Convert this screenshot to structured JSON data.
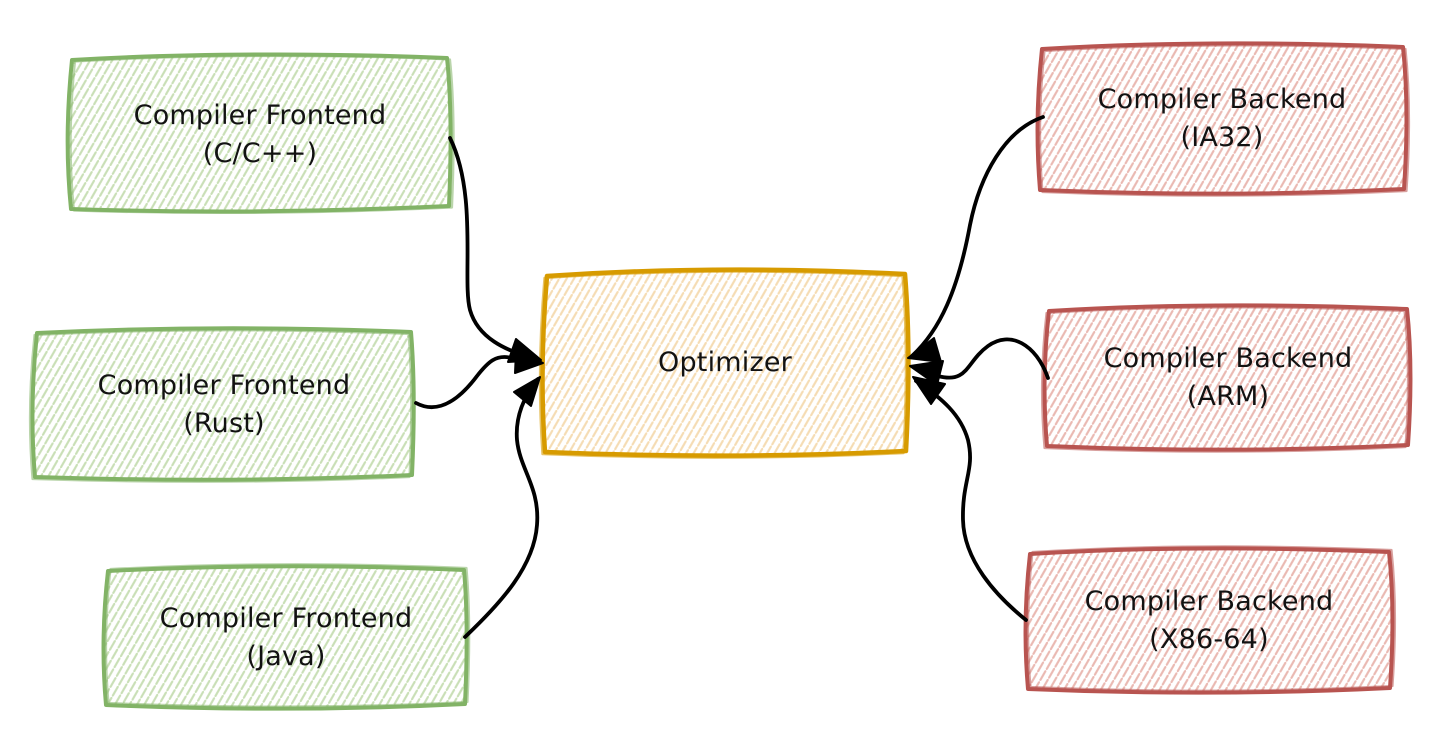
{
  "diagram": {
    "type": "flow-diagram",
    "nodes": {
      "frontend_c": {
        "line1": "Compiler Frontend",
        "line2": "(C/C++)"
      },
      "frontend_rust": {
        "line1": "Compiler Frontend",
        "line2": "(Rust)"
      },
      "frontend_java": {
        "line1": "Compiler Frontend",
        "line2": "(Java)"
      },
      "optimizer": {
        "line1": "Optimizer"
      },
      "backend_ia32": {
        "line1": "Compiler Backend",
        "line2": "(IA32)"
      },
      "backend_arm": {
        "line1": "Compiler Backend",
        "line2": "(ARM)"
      },
      "backend_x86": {
        "line1": "Compiler Backend",
        "line2": "(X86-64)"
      }
    },
    "edges": [
      {
        "from": "frontend_c",
        "to": "optimizer"
      },
      {
        "from": "frontend_rust",
        "to": "optimizer"
      },
      {
        "from": "frontend_java",
        "to": "optimizer"
      },
      {
        "from": "backend_ia32",
        "to": "optimizer"
      },
      {
        "from": "backend_arm",
        "to": "optimizer"
      },
      {
        "from": "backend_x86",
        "to": "optimizer"
      }
    ],
    "colors": {
      "frontend_stroke": "#82b366",
      "frontend_hatch": "#c9dfb6",
      "optimizer_stroke": "#d79b00",
      "optimizer_hatch": "#f5dcb3",
      "backend_stroke": "#b85450",
      "backend_hatch": "#eab9b2",
      "arrow": "#000000",
      "text": "#121212",
      "background": "#ffffff"
    }
  }
}
